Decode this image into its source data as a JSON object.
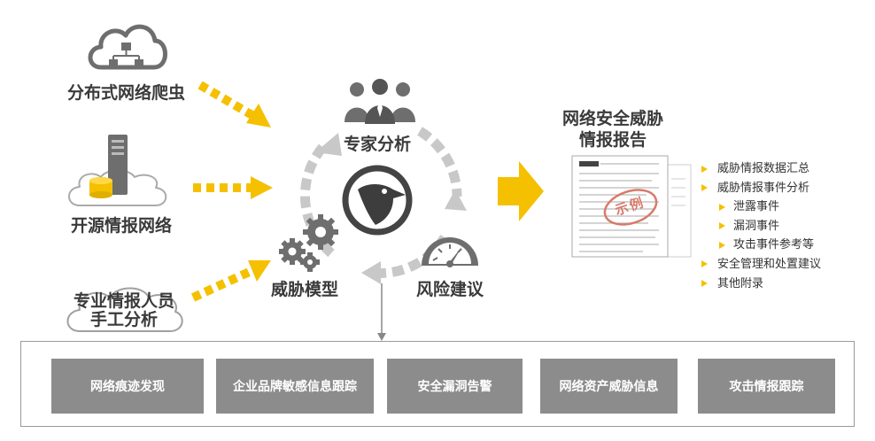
{
  "sources": [
    {
      "label": "分布式网络爬虫",
      "icon": "cloud-network-icon"
    },
    {
      "label": "开源情报网络",
      "icon": "server-database-cloud-icon"
    },
    {
      "label": "专业情报人员\n手工分析",
      "icon": "cloud-icon"
    }
  ],
  "cycle": {
    "expert": "专家分析",
    "model": "威胁模型",
    "risk": "风险建议",
    "center_icon": "bird-logo-icon"
  },
  "report": {
    "title": "网络安全威胁\n情报报告",
    "stamp": "示例",
    "items": [
      {
        "text": "威胁情报数据汇总",
        "level": 1
      },
      {
        "text": "威胁情报事件分析",
        "level": 1
      },
      {
        "text": "泄露事件",
        "level": 2
      },
      {
        "text": "漏洞事件",
        "level": 2
      },
      {
        "text": "攻击事件参考等",
        "level": 2
      },
      {
        "text": "安全管理和处置建议",
        "level": 1
      },
      {
        "text": "其他附录",
        "level": 1
      }
    ]
  },
  "services": [
    "网络痕迹发现",
    "企业品牌敏感信息跟踪",
    "安全漏洞告警",
    "网络资产威胁信息",
    "攻击情报跟踪"
  ],
  "colors": {
    "accent": "#f5c000",
    "icon_gray": "#6e6e6e",
    "box_gray": "#8c8c8c",
    "ring_gray": "#c8c8c8"
  }
}
